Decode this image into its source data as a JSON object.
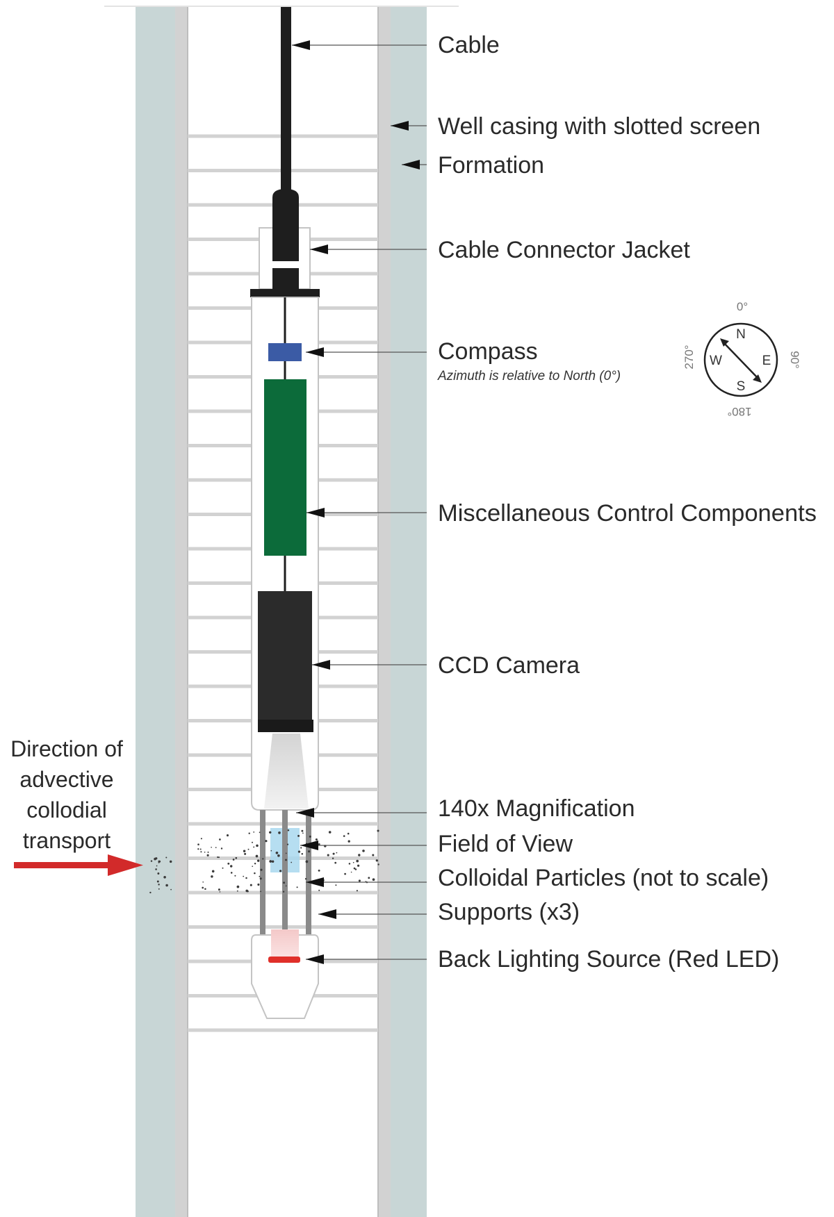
{
  "diagram": {
    "labels": {
      "cable": "Cable",
      "well_casing": "Well casing with slotted screen",
      "formation": "Formation",
      "connector_jacket": "Cable Connector Jacket",
      "compass": "Compass",
      "compass_note": "Azimuth is relative to North  (0°)",
      "misc_components": "Miscellaneous Control Components",
      "ccd_camera": "CCD Camera",
      "magnification": "140x Magnification",
      "field_of_view": "Field of View",
      "colloidal_particles": "Colloidal Particles (not to scale)",
      "supports": "Supports (x3)",
      "back_lighting": "Back Lighting Source (Red LED)"
    },
    "direction_text": [
      "Direction of",
      "advective",
      "collodial",
      "transport"
    ],
    "compass_rose": {
      "deg_0": "0°",
      "deg_90": "90°",
      "deg_180": "180°",
      "deg_270": "270°",
      "north": "N",
      "east": "E",
      "south": "S",
      "west": "W"
    },
    "colors": {
      "formation": "#c8d6d6",
      "casing": "#d2d2d2",
      "compass_module": "#3b5ba5",
      "control_components": "#0c6b3a",
      "camera": "#2b2b2b",
      "field_of_view": "#a9d8ef",
      "led": "#e0302a",
      "arrow": "#d22a2a"
    }
  }
}
